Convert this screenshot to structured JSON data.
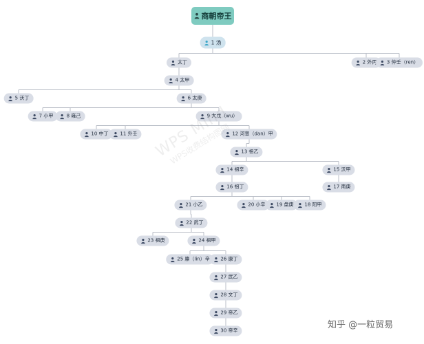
{
  "root": {
    "label": "商朝帝王",
    "icon": "person-icon"
  },
  "nodes": [
    {
      "id": "n1",
      "label": "1 汤",
      "icon": "person-icon",
      "parent": "root"
    },
    {
      "id": "n_taiding",
      "label": "太丁",
      "icon": "person-icon",
      "parent": "n1"
    },
    {
      "id": "n2",
      "label": "2 外丙",
      "icon": "person-icon",
      "parent": "n1"
    },
    {
      "id": "n3",
      "label": "3 仲壬（ren）",
      "icon": "person-icon",
      "parent": "n1"
    },
    {
      "id": "n4",
      "label": "4 太甲",
      "icon": "person-icon",
      "parent": "n_taiding"
    },
    {
      "id": "n5",
      "label": "5 沃丁",
      "icon": "person-icon",
      "parent": "n4"
    },
    {
      "id": "n6",
      "label": "6 太庚",
      "icon": "person-icon",
      "parent": "n4"
    },
    {
      "id": "n7",
      "label": "7 小甲",
      "icon": "person-icon",
      "parent": "n6"
    },
    {
      "id": "n8",
      "label": "8 雍己",
      "icon": "person-icon",
      "parent": "n6"
    },
    {
      "id": "n9",
      "label": "9 大戊（wu）",
      "icon": "person-icon",
      "parent": "n6"
    },
    {
      "id": "n10",
      "label": "10 中丁",
      "icon": "person-icon",
      "parent": "n9"
    },
    {
      "id": "n11",
      "label": "11 外壬",
      "icon": "person-icon",
      "parent": "n9"
    },
    {
      "id": "n12",
      "label": "12 河亶（dan）甲",
      "icon": "person-icon",
      "parent": "n9"
    },
    {
      "id": "n13",
      "label": "13 祖乙",
      "icon": "person-icon",
      "parent": "n12"
    },
    {
      "id": "n14",
      "label": "14 祖辛",
      "icon": "person-icon",
      "parent": "n13"
    },
    {
      "id": "n15",
      "label": "15 沃甲",
      "icon": "person-icon",
      "parent": "n13"
    },
    {
      "id": "n16",
      "label": "16 祖丁",
      "icon": "person-icon",
      "parent": "n14"
    },
    {
      "id": "n17",
      "label": "17 南庚",
      "icon": "person-icon",
      "parent": "n15"
    },
    {
      "id": "n21",
      "label": "21 小乙",
      "icon": "person-icon",
      "parent": "n16"
    },
    {
      "id": "n20",
      "label": "20 小辛",
      "icon": "person-icon",
      "parent": "n16"
    },
    {
      "id": "n19",
      "label": "19 盘庚",
      "icon": "person-icon",
      "parent": "n16"
    },
    {
      "id": "n18",
      "label": "18 阳甲",
      "icon": "person-icon",
      "parent": "n16"
    },
    {
      "id": "n22",
      "label": "22 武丁",
      "icon": "person-icon",
      "parent": "n21"
    },
    {
      "id": "n23",
      "label": "23 祖庚",
      "icon": "person-icon",
      "parent": "n22"
    },
    {
      "id": "n24",
      "label": "24 祖甲",
      "icon": "person-icon",
      "parent": "n22"
    },
    {
      "id": "n25",
      "label": "25 廪（lin）辛",
      "icon": "person-icon",
      "parent": "n24"
    },
    {
      "id": "n26",
      "label": "26 康丁",
      "icon": "person-icon",
      "parent": "n24"
    },
    {
      "id": "n27",
      "label": "27 武乙",
      "icon": "person-icon",
      "parent": "n26"
    },
    {
      "id": "n28",
      "label": "28 文丁",
      "icon": "person-icon",
      "parent": "n27"
    },
    {
      "id": "n29",
      "label": "29 帝乙",
      "icon": "person-icon",
      "parent": "n28"
    },
    {
      "id": "n30",
      "label": "30 帝辛",
      "icon": "person-icon",
      "parent": "n29"
    }
  ],
  "watermark": {
    "line1": "WPS Mind",
    "line2": "WPS收费结构图网"
  },
  "credit": "知乎 @一粒贸易",
  "colors": {
    "root_fill": "#7fcbc0",
    "node_fill": "#d9dde6",
    "first_level_fill": "#cfe3ee",
    "connector": "#b9bec7"
  }
}
